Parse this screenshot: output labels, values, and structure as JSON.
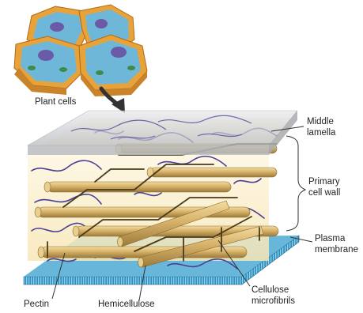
{
  "labels": {
    "plant_cells": "Plant cells",
    "middle_lamella_1": "Middle",
    "middle_lamella_2": "lamella",
    "primary_cell_wall_1": "Primary",
    "primary_cell_wall_2": "cell wall",
    "plasma_membrane_1": "Plasma",
    "plasma_membrane_2": "membrane",
    "cellulose_1": "Cellulose",
    "cellulose_2": "microfibrils",
    "pectin": "Pectin",
    "hemicellulose": "Hemicellulose"
  },
  "colors": {
    "cell_wall_orange": "#e8a23a",
    "cytoplasm_blue": "#6fb7d9",
    "nucleus_purple": "#6a5aa8",
    "microfibril_gold": "#d4b06a",
    "hemicellulose_dark": "#4a3a1a",
    "pectin_purple": "#4b3f94",
    "membrane_teal": "#3f9fc4",
    "middle_lamella_gray": "#c8cacd",
    "wall_matrix_cream": "#fbf0cf"
  }
}
